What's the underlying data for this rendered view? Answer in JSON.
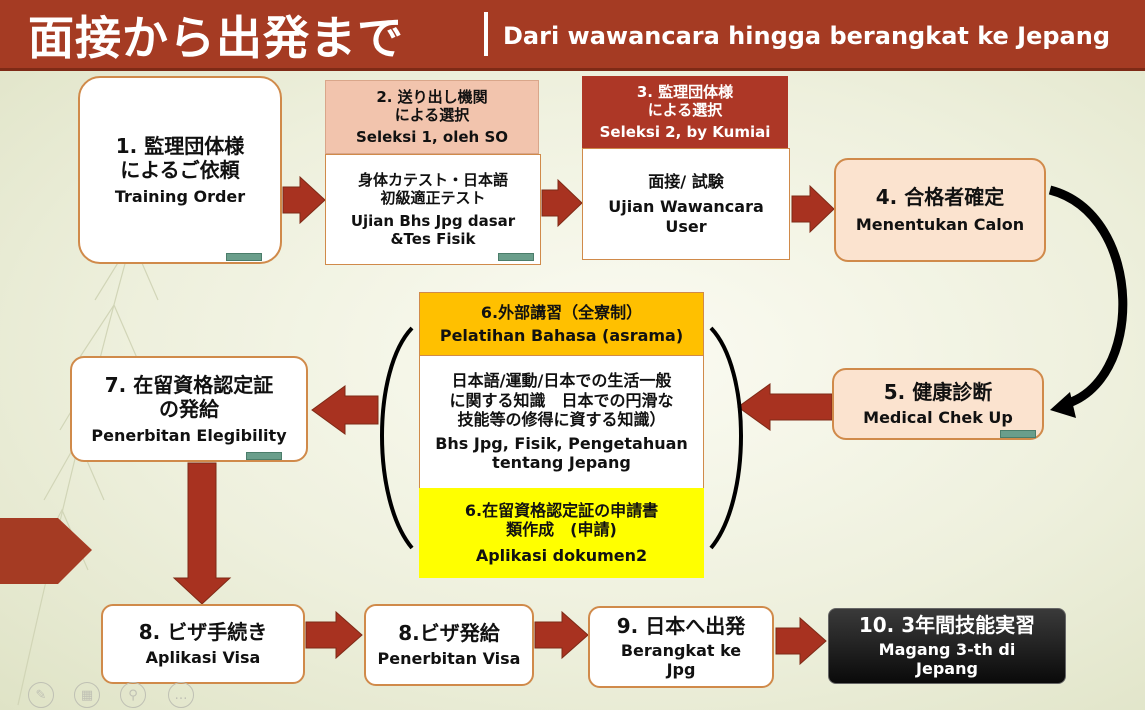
{
  "header": {
    "title_jp": "面接から出発まで",
    "title_id": "Dari wawancara hingga berangkat ke Jepang"
  },
  "step1": {
    "jp": "1. 監理団体様\nによるご依頼",
    "id": "Training Order"
  },
  "step2": {
    "header_jp": "2. 送り出し機関\nによる選択",
    "header_id": "Seleksi 1, oleh SO",
    "body_jp": "身体カテスト・日本語\n初級適正テスト",
    "body_id": "Ujian Bhs Jpg dasar\n&Tes Fisik"
  },
  "step3": {
    "header_jp": "3. 監理団体様\nによる選択",
    "header_id": "Seleksi 2, by Kumiai",
    "body_jp": "面接/ 試験",
    "body_id": "Ujian Wawancara\nUser"
  },
  "step4": {
    "jp": "4. 合格者確定",
    "id": "Menentukan Calon"
  },
  "step5": {
    "jp": "5. 健康診断",
    "id": "Medical Chek Up"
  },
  "step6a": {
    "header_jp": "6.外部講習（全寮制）",
    "header_id": "Pelatihan Bahasa (asrama)",
    "body_jp": "日本語/運動/日本での生活一般\nに関する知識　日本での円滑な\n技能等の修得に資する知識）",
    "body_id": "Bhs Jpg,  Fisik, Pengetahuan\ntentang Jepang"
  },
  "step6b": {
    "jp": "6.在留資格認定証の申請書\n類作成　(申請)",
    "id": "Aplikasi dokumen2"
  },
  "step7": {
    "jp": "7. 在留資格認定証\nの発給",
    "id": "Penerbitan Elegibility"
  },
  "step8a": {
    "jp": "8. ビザ手続き",
    "id": "Aplikasi Visa"
  },
  "step8b": {
    "jp": "8.ビザ発給",
    "id": "Penerbitan Visa"
  },
  "step9": {
    "jp": "9. 日本へ出発",
    "id": "Berangkat ke\nJpg"
  },
  "step10": {
    "jp": "10. 3年間技能実習",
    "id": "Magang 3-th di\nJepang"
  },
  "colors": {
    "header_bg": "#a53b23",
    "arrow": "#a83220",
    "box_border": "#d08a4a",
    "peach_fill": "#fbe3cf",
    "step2_header": "#f2c4ad",
    "step3_header": "#ad3726",
    "step6a_header": "#ffc000",
    "step6b_fill": "#ffff00",
    "step10_fill": "#111111"
  },
  "toolbar_icons": [
    "pen-icon",
    "grid-icon",
    "zoom-icon",
    "more-icon"
  ]
}
